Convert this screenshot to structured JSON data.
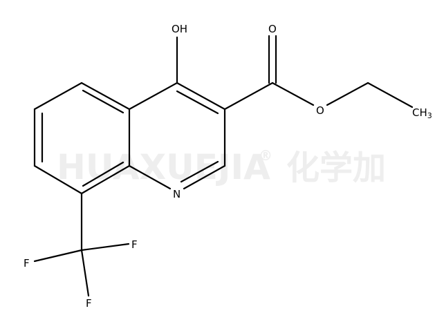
{
  "watermark": {
    "text": "HUAXUEJIA",
    "registered": "®",
    "cjk": "化学加",
    "color": "#eeeeee"
  },
  "atoms": {
    "hydroxyl": "OH",
    "carbonyl_oxygen": "O",
    "ester_oxygen": "O",
    "methyl": "CH",
    "methyl_subscript": "3",
    "ring_nitrogen": "N",
    "fluorine_right": "F",
    "fluorine_left": "F",
    "fluorine_bottom": "F"
  },
  "colors": {
    "bond": "#000000",
    "background": "#ffffff"
  }
}
